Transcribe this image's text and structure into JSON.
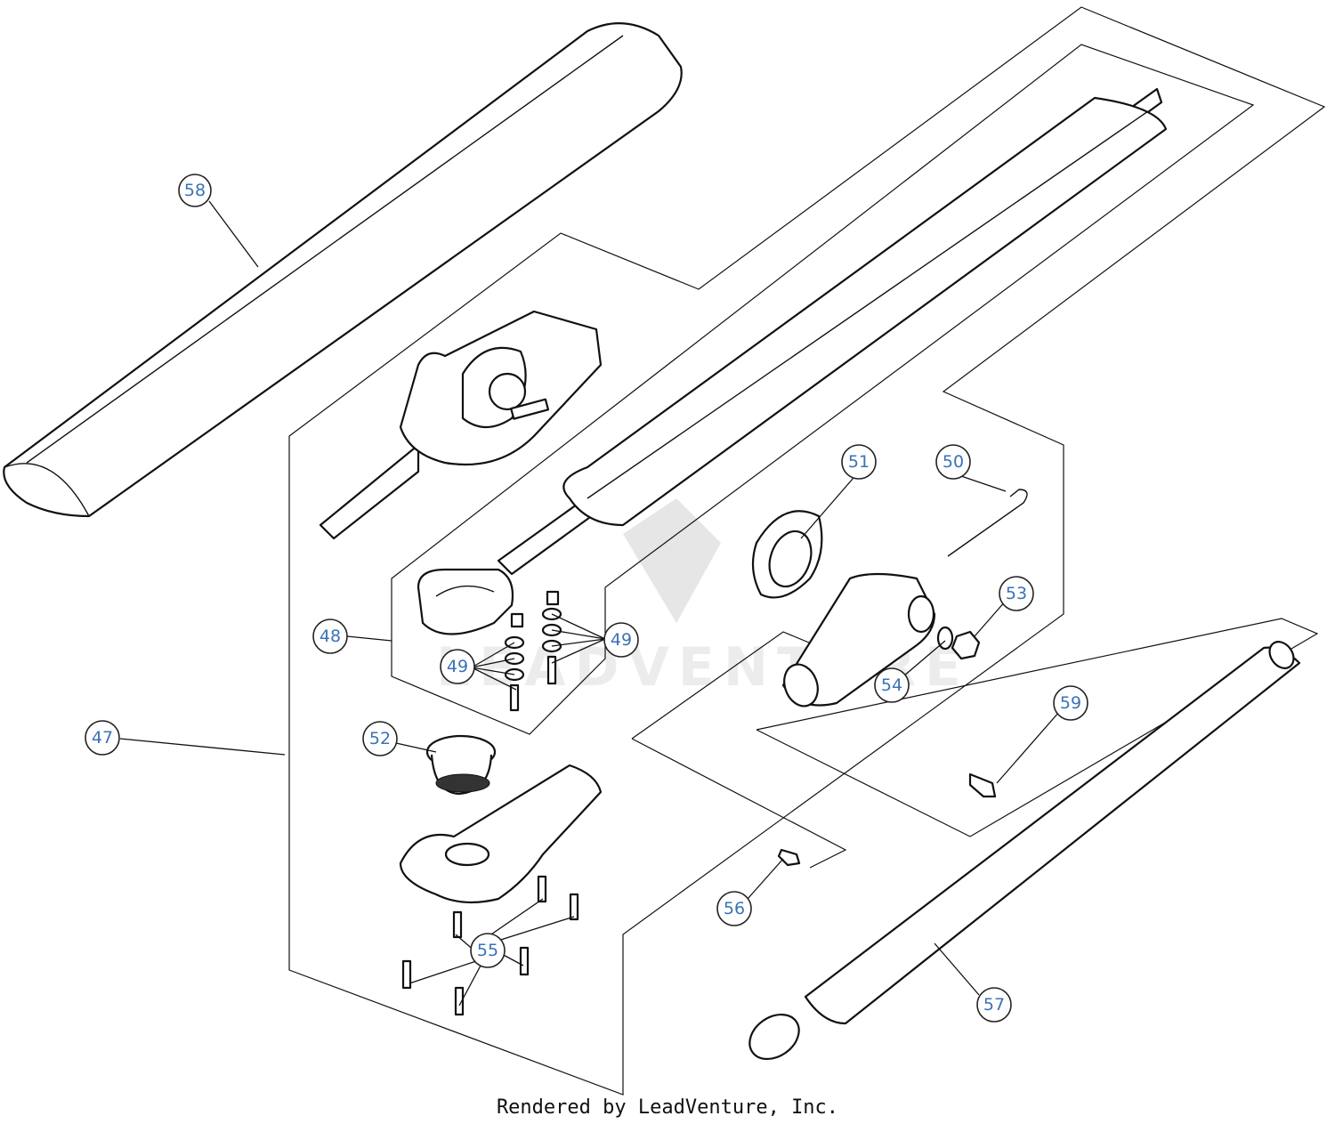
{
  "callouts": {
    "c47": "47",
    "c48": "48",
    "c49a": "49",
    "c49b": "49",
    "c50": "50",
    "c51": "51",
    "c52": "52",
    "c53": "53",
    "c54": "54",
    "c55": "55",
    "c56": "56",
    "c57": "57",
    "c58": "58",
    "c59": "59"
  },
  "footer": "Rendered by LeadVenture, Inc.",
  "watermark": "LEADVENTURE",
  "colors": {
    "callout_text": "#3a73b5",
    "line": "#111111",
    "watermark": "#e6e6e6"
  }
}
